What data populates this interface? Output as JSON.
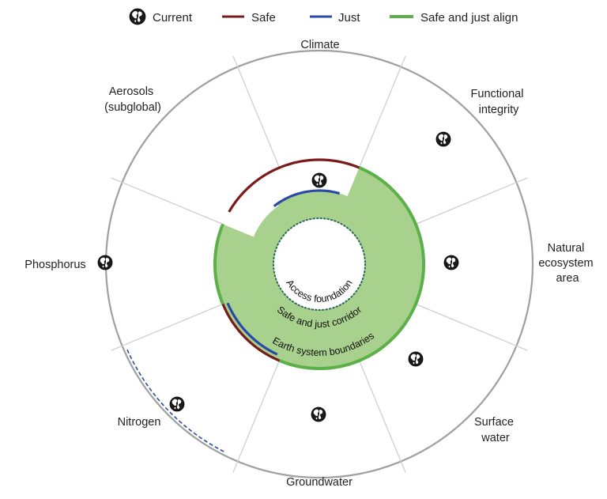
{
  "legend": [
    {
      "key": "current",
      "label": "Current",
      "symbol": "globe-icon"
    },
    {
      "key": "safe",
      "label": "Safe",
      "color": "#7a1a1a"
    },
    {
      "key": "just",
      "label": "Just",
      "color": "#2a4aa6"
    },
    {
      "key": "align",
      "label": "Safe and just align",
      "color": "#5cb04a"
    }
  ],
  "colors": {
    "corridor_fill": "#a9d18e",
    "align_line": "#5cb04a",
    "safe_line": "#7a1a1a",
    "just_line": "#2a4aa6",
    "outer_ring": "#a0a0a0",
    "divider": "#cfcfcf",
    "access_dots": "#2a6a5a"
  },
  "segments": [
    {
      "id": "climate",
      "lines": [
        "Climate"
      ]
    },
    {
      "id": "functional-integrity",
      "lines": [
        "Functional",
        "integrity"
      ]
    },
    {
      "id": "natural-ecosystem-area",
      "lines": [
        "Natural",
        "ecosystem",
        "area"
      ]
    },
    {
      "id": "surface-water",
      "lines": [
        "Surface",
        "water"
      ]
    },
    {
      "id": "groundwater",
      "lines": [
        "Groundwater"
      ]
    },
    {
      "id": "nitrogen",
      "lines": [
        "Nitrogen"
      ]
    },
    {
      "id": "phosphorus",
      "lines": [
        "Phosphorus"
      ]
    },
    {
      "id": "aerosols",
      "lines": [
        "Aerosols",
        "(subglobal)"
      ]
    }
  ],
  "ring_labels": {
    "access": "Access foundation",
    "corridor": "Safe and just corridor",
    "boundaries": "Earth system boundaries"
  }
}
